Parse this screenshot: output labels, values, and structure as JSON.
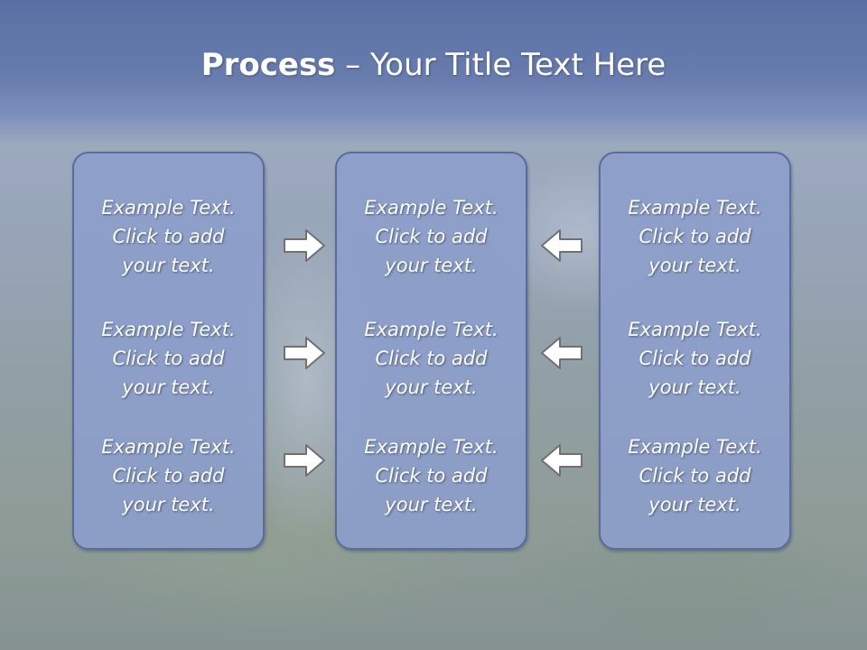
{
  "slide": {
    "title_bold": "Process",
    "title_rest": " – Your Title Text Here"
  },
  "columns": [
    {
      "items": [
        [
          "Example Text.",
          "Click  to add",
          "your text."
        ],
        [
          "Example Text.",
          "Click  to add",
          "your text."
        ],
        [
          "Example Text.",
          "Click  to add",
          "your text."
        ]
      ]
    },
    {
      "items": [
        [
          "Example Text.",
          "Click  to add",
          "your text."
        ],
        [
          "Example Text.",
          "Click  to add",
          "your text."
        ],
        [
          "Example Text.",
          "Click  to add",
          "your text."
        ]
      ]
    },
    {
      "items": [
        [
          "Example Text.",
          "Click  to add",
          "your text."
        ],
        [
          "Example Text.",
          "Click  to add",
          "your text."
        ],
        [
          "Example Text.",
          "Click  to add",
          "your text."
        ]
      ]
    }
  ],
  "arrows": {
    "left_group": [
      "arrow-right-icon",
      "arrow-right-icon",
      "arrow-right-icon"
    ],
    "right_group": [
      "arrow-left-icon",
      "arrow-left-icon",
      "arrow-left-icon"
    ],
    "fill": "#ffffff",
    "stroke": "#707070"
  },
  "colors": {
    "title_band": "#5a6fa3",
    "panel_fill": "#8c9ecc",
    "panel_border": "#5a6b9c",
    "text": "#ffffff"
  }
}
